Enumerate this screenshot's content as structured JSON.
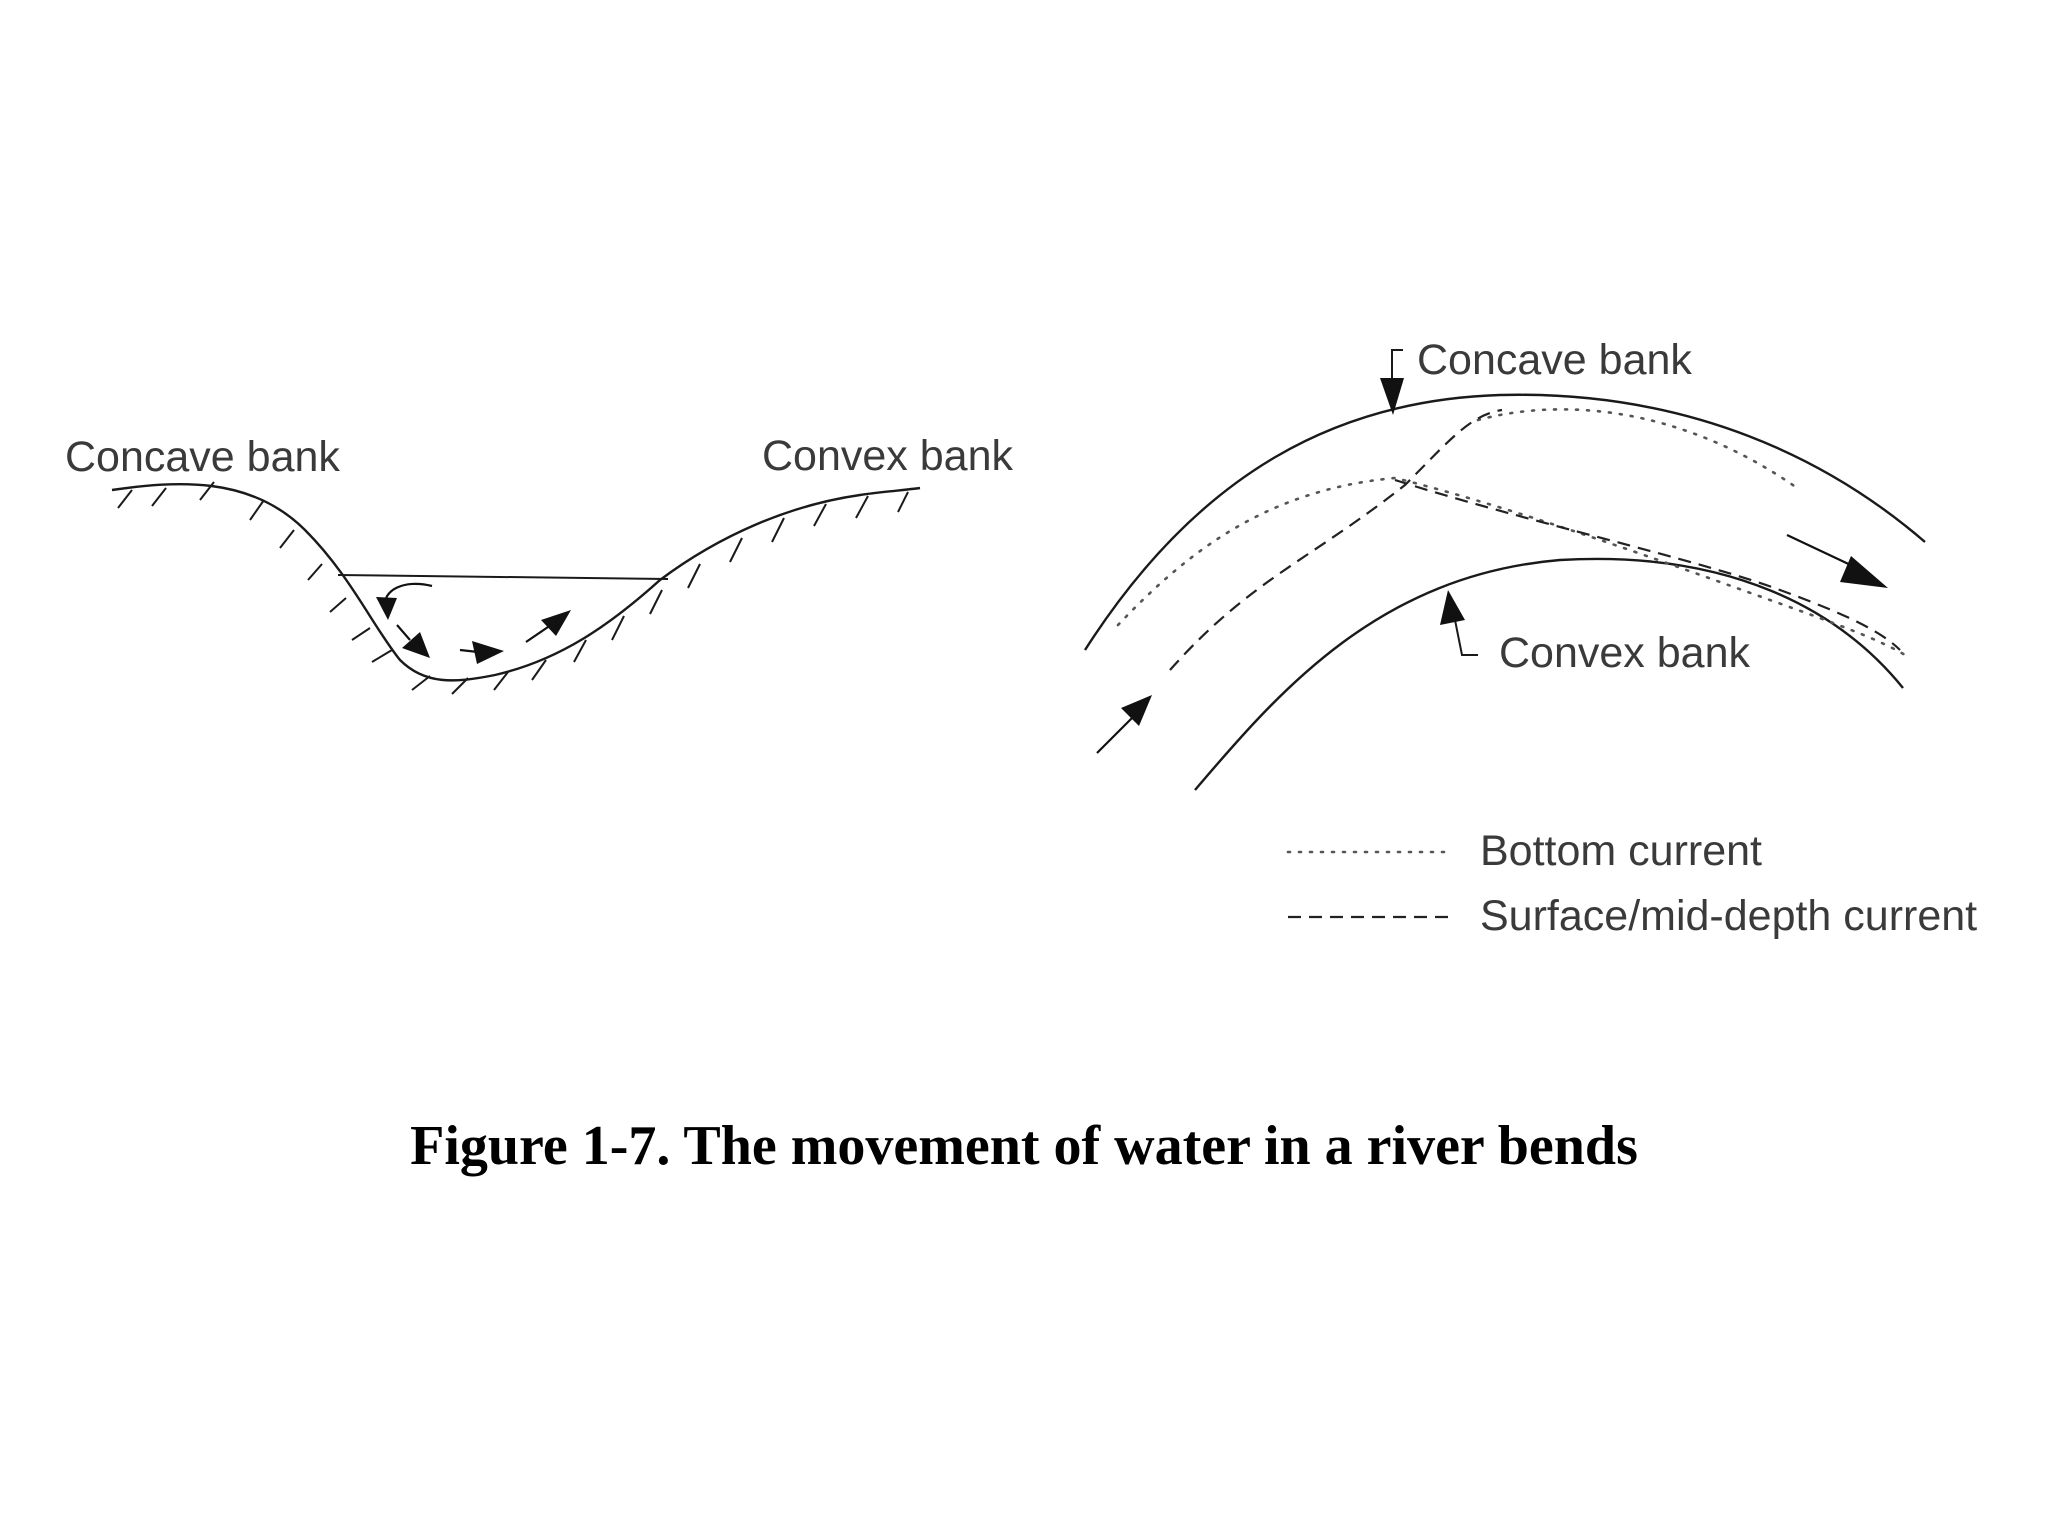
{
  "cross_section": {
    "left_label": "Concave bank",
    "right_label": "Convex bank"
  },
  "plan_view": {
    "top_label": "Concave bank",
    "bottom_label": "Convex bank"
  },
  "legend": {
    "bottom_current": "Bottom current",
    "surface_current": "Surface/mid-depth current"
  },
  "caption": "Figure 1-7. The movement of water in a river bends"
}
